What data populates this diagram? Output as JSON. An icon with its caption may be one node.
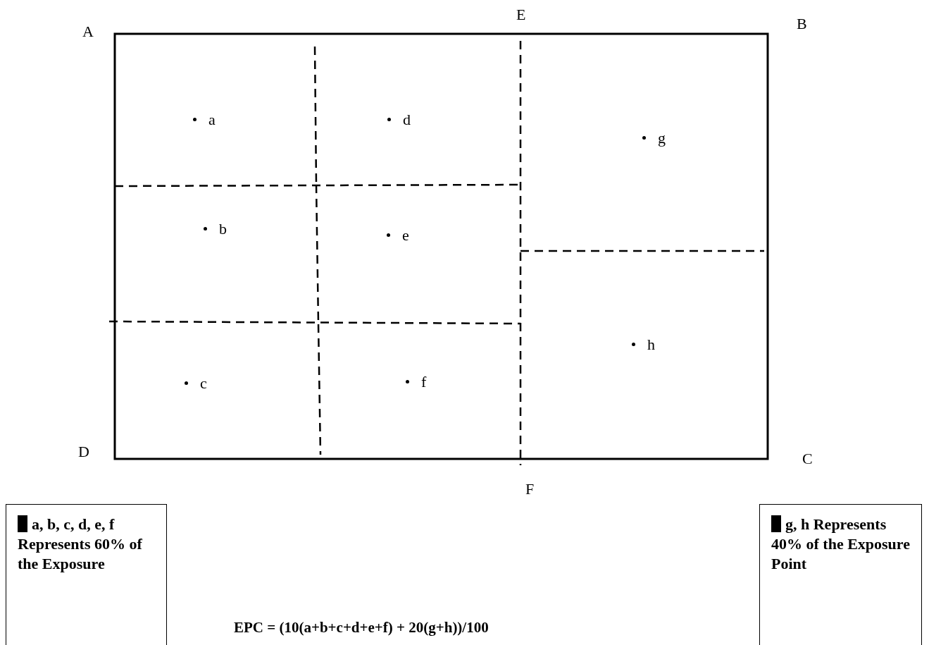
{
  "diagram": {
    "labels": [
      "A",
      "E",
      "B",
      "a",
      "d",
      "g",
      "b",
      "e",
      "h",
      "c",
      "f",
      "D",
      "C",
      "F",
      "EPC = (10(a+b+c+d+e+f) + 20(g+h))/100"
    ],
    "legend": [
      {
        "text": "a, b, c, d, e, f Represents 60% of the Exposure",
        "color": "#000000"
      },
      {
        "text": "g, h Represents 40% of the Exposure Point",
        "color": "#000000"
      }
    ]
  }
}
